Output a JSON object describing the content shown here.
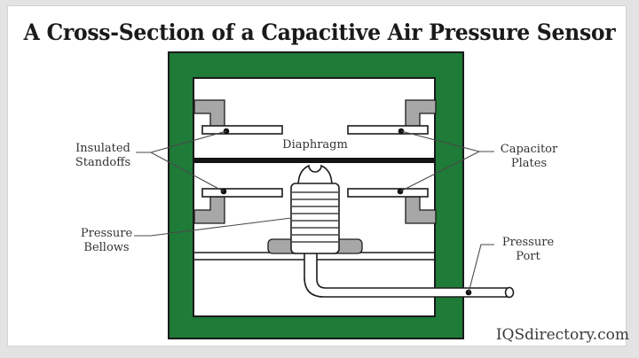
{
  "title": "A Cross-Section of a Capacitive Air Pressure Sensor",
  "watermark": "IQSdirectory.com",
  "labels": {
    "insulated_standoffs": "Insulated\nStandoffs",
    "diaphragm": "Diaphragm",
    "capacitor_plates": "Capacitor\nPlates",
    "pressure_bellows": "Pressure\nBellows",
    "pressure_port": "Pressure\nPort"
  },
  "colors": {
    "frame_green": "#1e7b38",
    "standoff_gray": "#a7a7a7",
    "diaphragm_black": "#141414",
    "page_background": "#e3e3e3",
    "label_text": "#333333"
  }
}
